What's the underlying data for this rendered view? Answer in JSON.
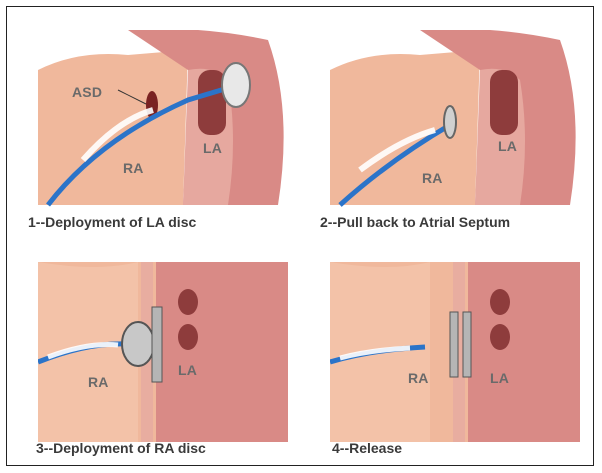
{
  "panels": [
    {
      "caption": "1--Deployment of LA disc",
      "labels": {
        "asd": "ASD",
        "ra": "RA",
        "la": "LA"
      }
    },
    {
      "caption": "2--Pull back to Atrial Septum",
      "labels": {
        "ra": "RA",
        "la": "LA"
      }
    },
    {
      "caption": "3--Deployment of RA disc",
      "labels": {
        "ra": "RA",
        "la": "LA"
      }
    },
    {
      "caption": "4--Release",
      "labels": {
        "ra": "RA",
        "la": "LA"
      }
    }
  ],
  "colors": {
    "tissue": "#e9a48a",
    "tissue_light": "#f3c2a8",
    "la_wall": "#d98a86",
    "catheter": "#2b74c9",
    "frame": "#222222"
  }
}
